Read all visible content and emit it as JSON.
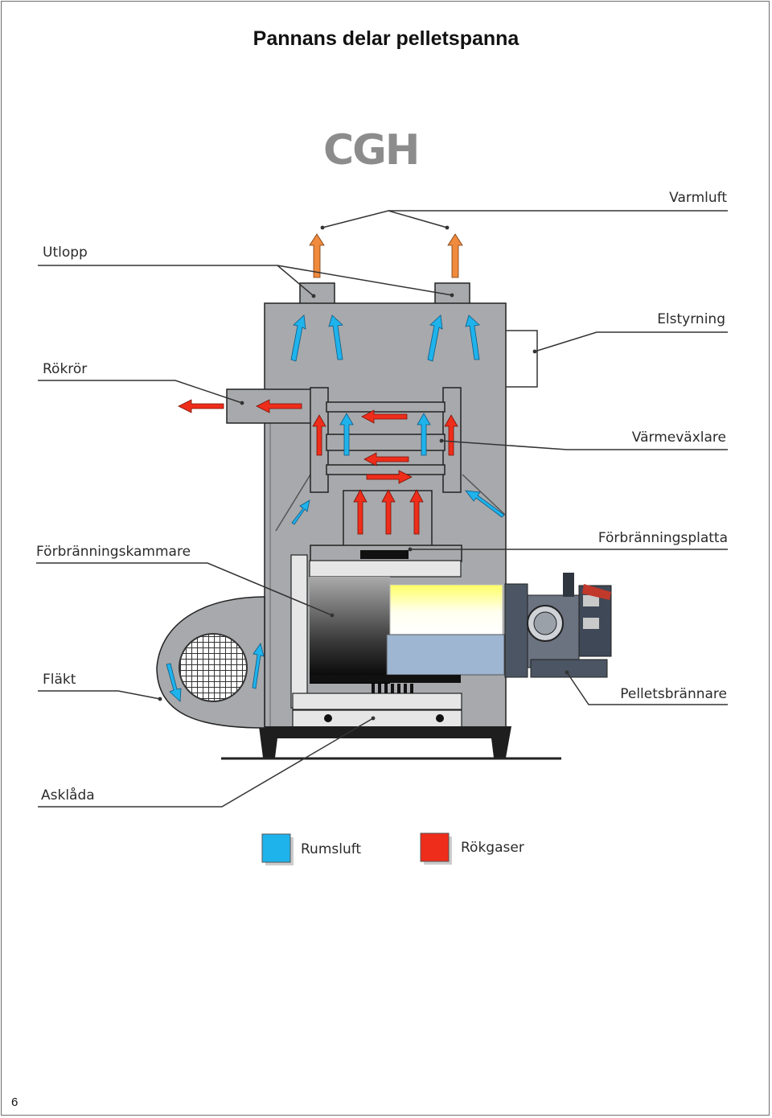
{
  "page": {
    "title": "Pannans delar pelletspanna",
    "page_number": "6"
  },
  "logo": {
    "text": "CGH"
  },
  "labels": {
    "varmluft": "Varmluft",
    "utlopp": "Utlopp",
    "elstyrning": "Elstyrning",
    "rokror": "Rökrör",
    "varmevaxlare": "Värmeväxlare",
    "forbranningsplatta": "Förbränningsplatta",
    "forbranningskammare": "Förbränningskammare",
    "flakt": "Fläkt",
    "pelletsbrannare": "Pelletsbrännare",
    "asklada": "Asklåda"
  },
  "legend": {
    "rumsluft": {
      "label": "Rumsluft",
      "color": "#1fb3ec"
    },
    "rokgaser": {
      "label": "Rökgaser",
      "color": "#ee2d1a"
    }
  },
  "colors": {
    "boiler_body": "#a7a9ac",
    "boiler_inner": "#9b9da0",
    "warm_air": "#f08a3c",
    "frame_dark": "#1e1e1e"
  }
}
